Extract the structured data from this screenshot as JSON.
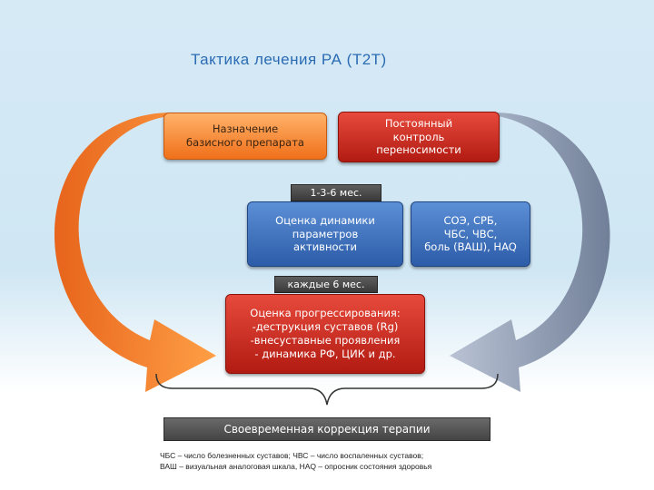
{
  "title": "Тактика лечения РА (Т2Т)",
  "boxes": {
    "basic_therapy": [
      "Назначение",
      "базисного препарата"
    ],
    "tolerance_control": [
      "Постоянный",
      "контроль",
      "переносимости"
    ],
    "activity_assessment": [
      "Оценка динамики",
      "параметров",
      "активности"
    ],
    "activity_params": [
      "СОЭ, СРБ,",
      "ЧБС, ЧВС,",
      "боль (ВАШ), HAQ"
    ],
    "progression_assessment": [
      "Оценка прогрессирования:",
      "-деструкция суставов (Rg)",
      "-внесуставные проявления",
      "- динамика РФ, ЦИК и др."
    ]
  },
  "labels": {
    "interval_1": "1-3-6 мес.",
    "interval_2": "каждые 6 мес."
  },
  "bottom_bar": "Своевременная коррекция терапии",
  "footnote": [
    "ЧБС – число болезненных суставов; ЧВС – число воспаленных суставов;",
    "ВАШ – визуальная аналоговая шкала, HAQ – опросник состояния здоровья"
  ],
  "colors": {
    "orange": "#f0701a",
    "red": "#c0241a",
    "blue": "#3465b0",
    "gray_arrow": "#8d9bb3",
    "title": "#2a6bb3"
  }
}
